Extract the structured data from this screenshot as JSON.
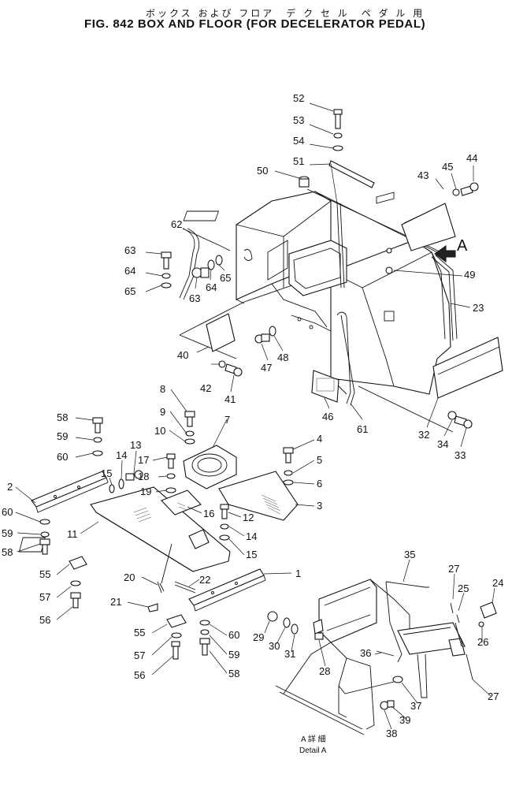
{
  "title": {
    "japanese": "ボックス および フロア　デ ク セ ル　ペ ダ ル 用",
    "english": "FIG. 842  BOX AND FLOOR (FOR DECELERATOR PEDAL)"
  },
  "view_marker": "A",
  "detail_caption": {
    "japanese": "A 詳 細",
    "english": "Detail A"
  },
  "callouts": {
    "c1": "1",
    "c2": "2",
    "c3": "3",
    "c4": "4",
    "c5": "5",
    "c6": "6",
    "c7": "7",
    "c8": "8",
    "c9": "9",
    "c10": "10",
    "c11": "11",
    "c12": "12",
    "c13": "13",
    "c14a": "14",
    "c14b": "14",
    "c15a": "15",
    "c15b": "15",
    "c16": "16",
    "c17": "17",
    "c18": "18",
    "c19": "19",
    "c20": "20",
    "c21": "21",
    "c22": "22",
    "c23": "23",
    "c24": "24",
    "c25": "25",
    "c26": "26",
    "c27a": "27",
    "c27b": "27",
    "c28": "28",
    "c29": "29",
    "c30": "30",
    "c31": "31",
    "c32": "32",
    "c33": "33",
    "c34": "34",
    "c35": "35",
    "c36": "36",
    "c37": "37",
    "c38": "38",
    "c39": "39",
    "c40": "40",
    "c41": "41",
    "c42": "42",
    "c43": "43",
    "c44": "44",
    "c45": "45",
    "c46": "46",
    "c47": "47",
    "c48": "48",
    "c49": "49",
    "c50": "50",
    "c51": "51",
    "c52": "52",
    "c53": "53",
    "c54": "54",
    "c55a": "55",
    "c55b": "55",
    "c56a": "56",
    "c56b": "56",
    "c57a": "57",
    "c57b": "57",
    "c58a": "58",
    "c58b": "58",
    "c58c": "58",
    "c59a": "59",
    "c59b": "59",
    "c59c": "59",
    "c60a": "60",
    "c60b": "60",
    "c60c": "60",
    "c61": "61",
    "c62": "62",
    "c63a": "63",
    "c63b": "63",
    "c64a": "64",
    "c64b": "64",
    "c65a": "65",
    "c65b": "65"
  }
}
